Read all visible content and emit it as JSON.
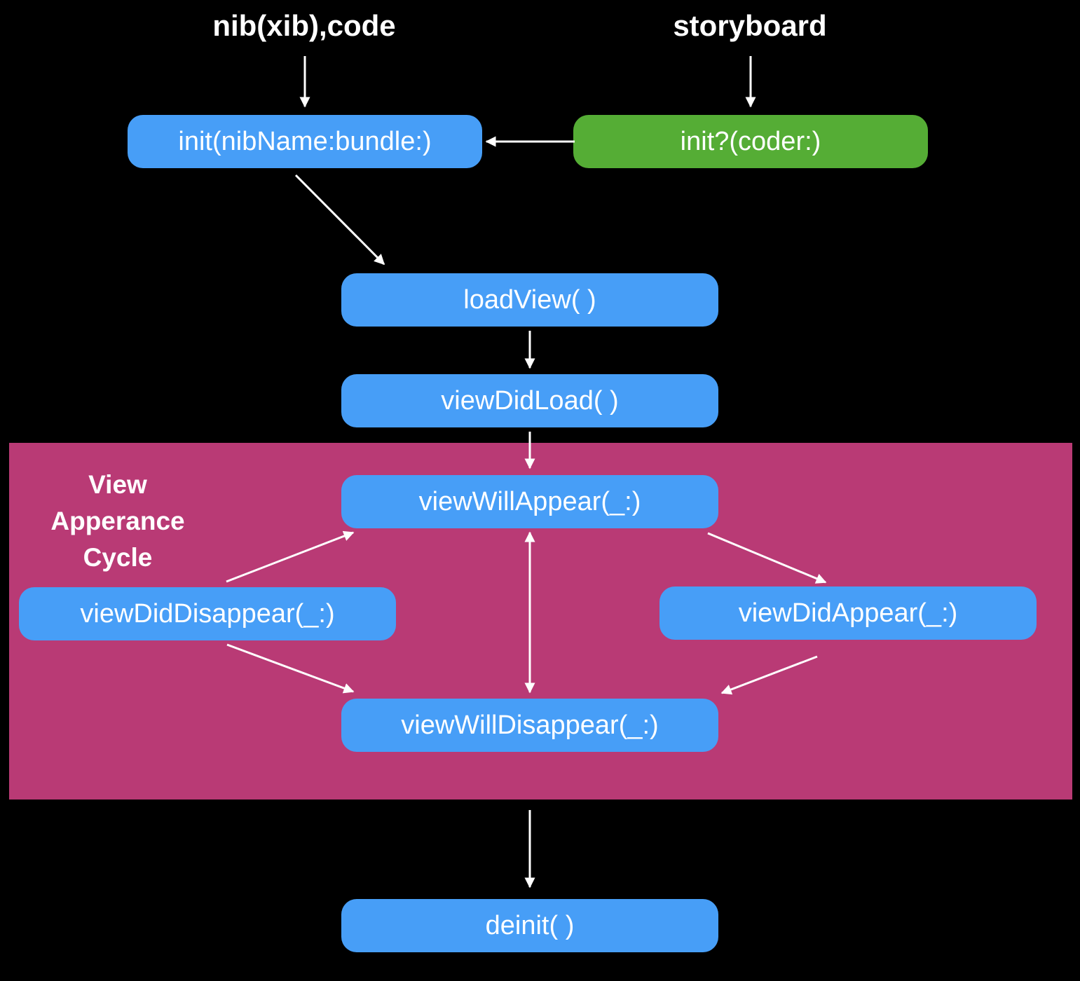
{
  "headings": {
    "left": "nib(xib),code",
    "right": "storyboard"
  },
  "region": {
    "label_lines": [
      "View",
      "Apperance",
      "Cycle"
    ],
    "color": "#b93a75"
  },
  "nodes": {
    "init_nib": "init(nibName:bundle:)",
    "init_coder": "init?(coder:)",
    "load_view": "loadView( )",
    "view_did_load": "viewDidLoad( )",
    "view_will_appear": "viewWillAppear(_:)",
    "view_did_disappear": "viewDidDisappear(_:)",
    "view_did_appear": "viewDidAppear(_:)",
    "view_will_disappear": "viewWillDisappear(_:)",
    "deinit": "deinit( )"
  },
  "colors": {
    "background": "#000000",
    "node_blue": "#479ef7",
    "node_green": "#55ad35",
    "arrow": "#ffffff"
  }
}
